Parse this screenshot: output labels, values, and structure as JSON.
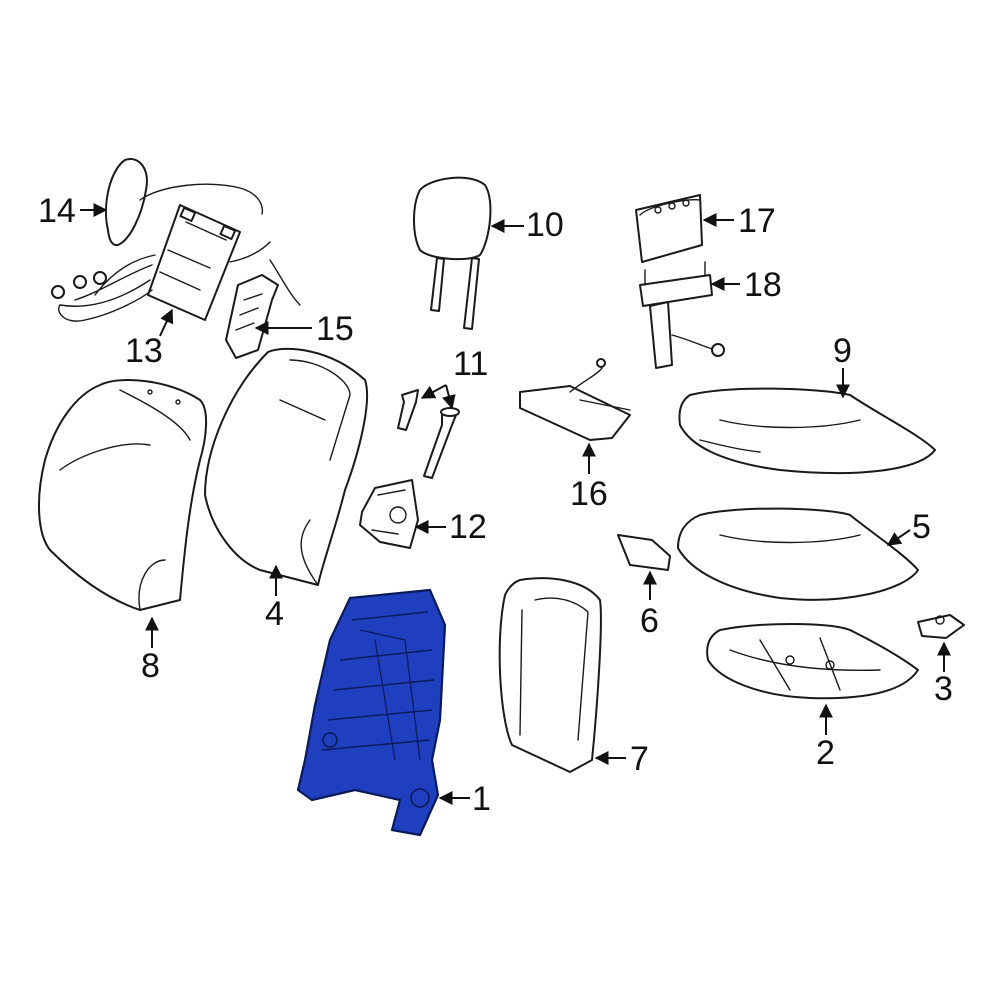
{
  "highlight_color": "#1f3fbf",
  "callouts": [
    {
      "id": "p1",
      "label": "1"
    },
    {
      "id": "p2",
      "label": "2"
    },
    {
      "id": "p3",
      "label": "3"
    },
    {
      "id": "p4",
      "label": "4"
    },
    {
      "id": "p5",
      "label": "5"
    },
    {
      "id": "p6",
      "label": "6"
    },
    {
      "id": "p7",
      "label": "7"
    },
    {
      "id": "p8",
      "label": "8"
    },
    {
      "id": "p9",
      "label": "9"
    },
    {
      "id": "p10",
      "label": "10"
    },
    {
      "id": "p11",
      "label": "11"
    },
    {
      "id": "p12",
      "label": "12"
    },
    {
      "id": "p13",
      "label": "13"
    },
    {
      "id": "p14",
      "label": "14"
    },
    {
      "id": "p15",
      "label": "15"
    },
    {
      "id": "p16",
      "label": "16"
    },
    {
      "id": "p17",
      "label": "17"
    },
    {
      "id": "p18",
      "label": "18"
    }
  ]
}
